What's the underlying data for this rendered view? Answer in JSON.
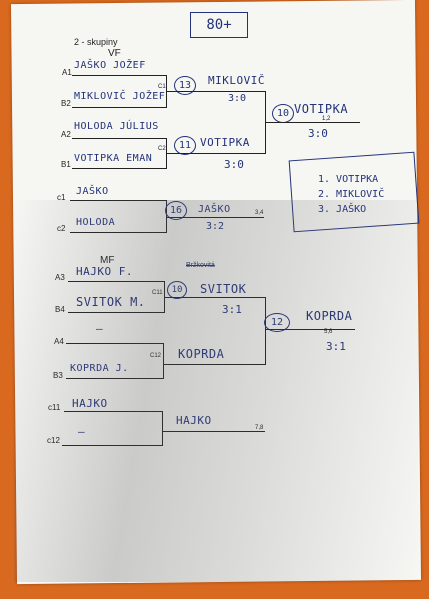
{
  "header": {
    "tag": "80+",
    "title": "2 - skupiny"
  },
  "vf": {
    "label": "VF",
    "a1": {
      "code": "A1",
      "name": "JAŠKO JOŽEF"
    },
    "b2": {
      "code": "B2",
      "name": "MIKLOVIČ JOŽEF"
    },
    "a2": {
      "code": "A2",
      "name": "HOLODA JÚLIUS"
    },
    "b1": {
      "code": "B1",
      "name": "VOTIPKA EMAN"
    },
    "c1": {
      "code": "C1",
      "match_no": "13",
      "winner": "MIKLOVIČ",
      "score": "3:0"
    },
    "c2": {
      "code": "C2",
      "match_no": "11",
      "winner": "VOTIPKA",
      "score": "3:0"
    },
    "final": {
      "match_no": "10",
      "winner": "VOTIPKA",
      "place": "1,2",
      "score": "3:0"
    }
  },
  "ranking": [
    "1. VOTIPKA",
    "2. MIKLOVIČ",
    "3. JAŠKO"
  ],
  "third": {
    "c1": {
      "code": "c1",
      "name": "JAŠKO"
    },
    "c2": {
      "code": "c2",
      "name": "HOLODA"
    },
    "match_no": "16",
    "winner": "JAŠKO",
    "place": "3,4",
    "score": "3:2"
  },
  "mf": {
    "label": "MF",
    "a3": {
      "code": "A3",
      "name": "HAJKO F."
    },
    "b4": {
      "code": "B4",
      "name": "SVITOK M."
    },
    "a4": {
      "code": "A4",
      "name": "—"
    },
    "b3": {
      "code": "B3",
      "name": "KOPRDA J."
    },
    "c11": {
      "code": "C11",
      "match_no": "10",
      "winner": "SVITOK",
      "score": "3:1",
      "scribble": "Bržkovitá"
    },
    "c12": {
      "code": "C12",
      "winner": "KOPRDA"
    },
    "final": {
      "match_no": "12",
      "winner": "KOPRDA",
      "place": "5,6",
      "score": "3:1"
    }
  },
  "last": {
    "c11": {
      "code": "c11",
      "name": "HAJKO"
    },
    "c12": {
      "code": "c12",
      "name": "—"
    },
    "winner": "HAJKO",
    "place": "7,8"
  }
}
